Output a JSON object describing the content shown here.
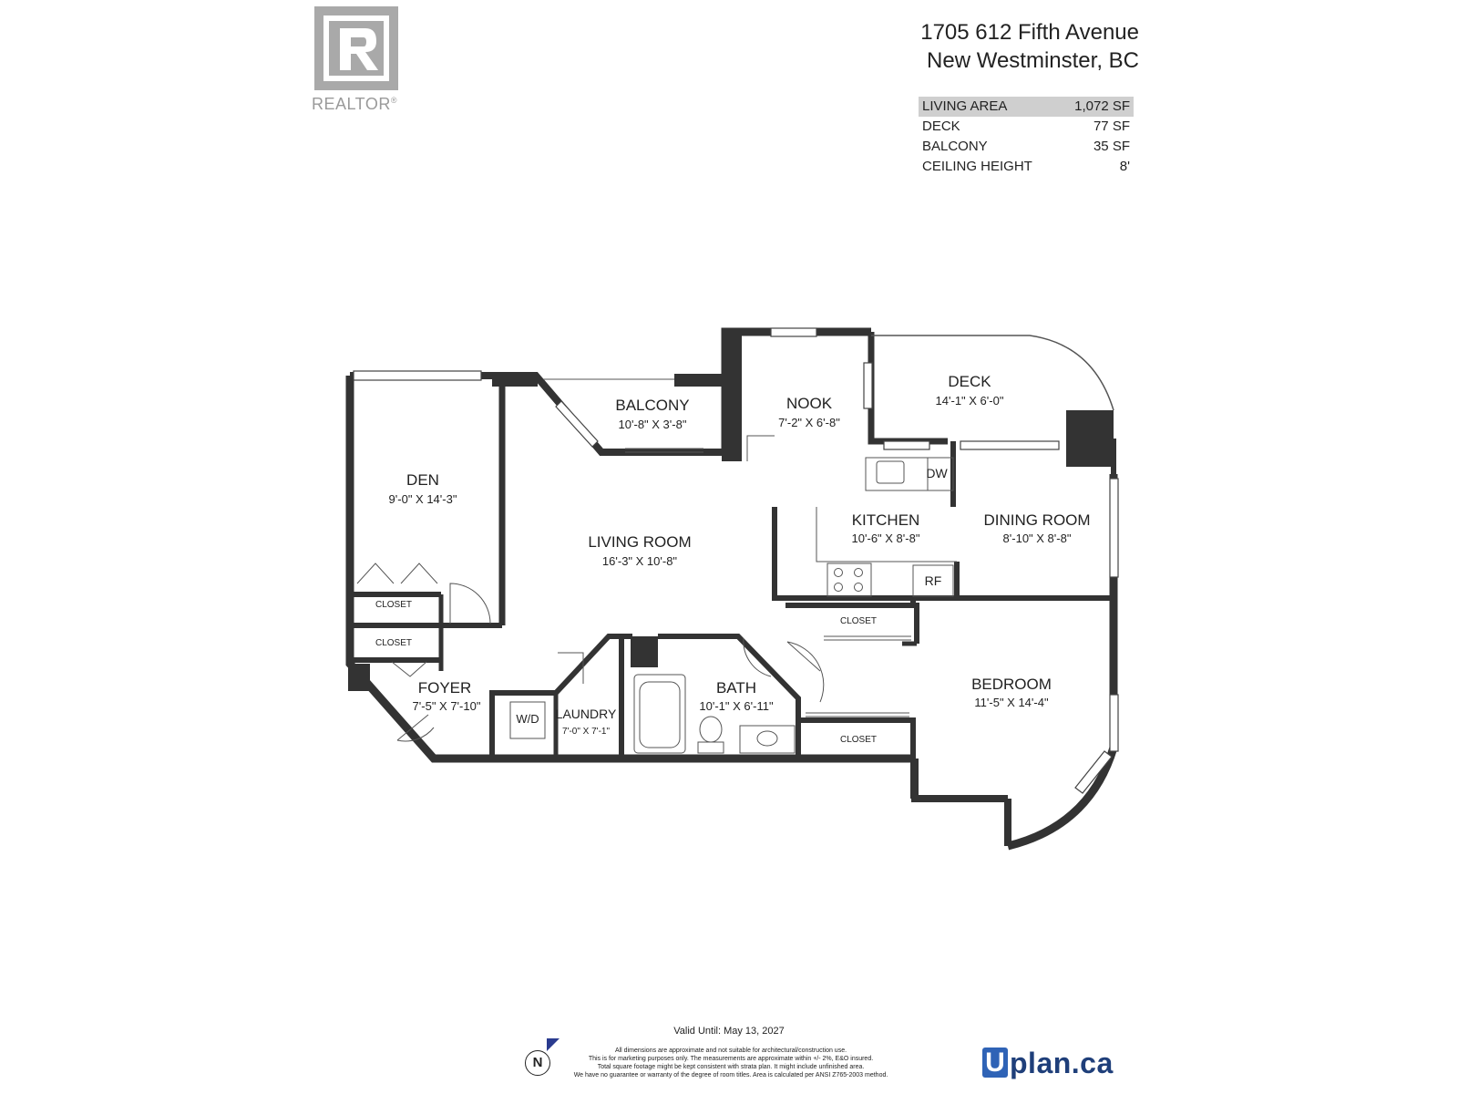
{
  "logo": {
    "wordmark": "REALTOR",
    "reg_mark": "®",
    "letter": "R"
  },
  "address": {
    "line1": "1705 612 Fifth Avenue",
    "line2": "New Westminster, BC"
  },
  "stats": [
    {
      "label": "LIVING AREA",
      "value": "1,072 SF",
      "highlight": true
    },
    {
      "label": "DECK",
      "value": "77 SF",
      "highlight": false
    },
    {
      "label": "BALCONY",
      "value": "35 SF",
      "highlight": false
    },
    {
      "label": "CEILING HEIGHT",
      "value": "8'",
      "highlight": false
    }
  ],
  "rooms": {
    "deck": {
      "name": "DECK",
      "dims": "14'-1\"  X  6'-0\""
    },
    "nook": {
      "name": "NOOK",
      "dims": "7'-2\"  X  6'-8\""
    },
    "balcony": {
      "name": "BALCONY",
      "dims": "10'-8\"  X  3'-8\""
    },
    "den": {
      "name": "DEN",
      "dims": "9'-0\"  X  14'-3\""
    },
    "living": {
      "name": "LIVING ROOM",
      "dims": "16'-3\"  X  10'-8\""
    },
    "kitchen": {
      "name": "KITCHEN",
      "dims": "10'-6\"  X  8'-8\""
    },
    "dining": {
      "name": "DINING ROOM",
      "dims": "8'-10\"  X  8'-8\""
    },
    "foyer": {
      "name": "FOYER",
      "dims": "7'-5\"  X  7'-10\""
    },
    "laundry": {
      "name": "LAUNDRY",
      "dims": "7'-0\"  X  7'-1\""
    },
    "bath": {
      "name": "BATH",
      "dims": "10'-1\"  X  6'-11\""
    },
    "bedroom": {
      "name": "BEDROOM",
      "dims": "11'-5\"  X  14'-4\""
    }
  },
  "closets": {
    "den": "CLOSET",
    "foyer": "CLOSET",
    "bed_top": "CLOSET",
    "bed_bottom": "CLOSET"
  },
  "appliances": {
    "dw": "DW",
    "rf": "RF",
    "wd": "W/D"
  },
  "footer": {
    "valid_until": "Valid Until: May 13, 2027",
    "disclaimer": [
      "All dimensions are approximate and not suitable for architectural/construction use.",
      "This is for marketing purposes only. The measurements are approximate within +/- 2%, E&O insured.",
      "Total square footage might be kept consistent with strata plan. It might include unfinished area.",
      "We have no guarantee or warranty of the degree of room titles. Area is calculated per ANSI Z765-2003 method."
    ],
    "north": "N",
    "brand_u": "U",
    "brand_rest": "plan.ca"
  }
}
